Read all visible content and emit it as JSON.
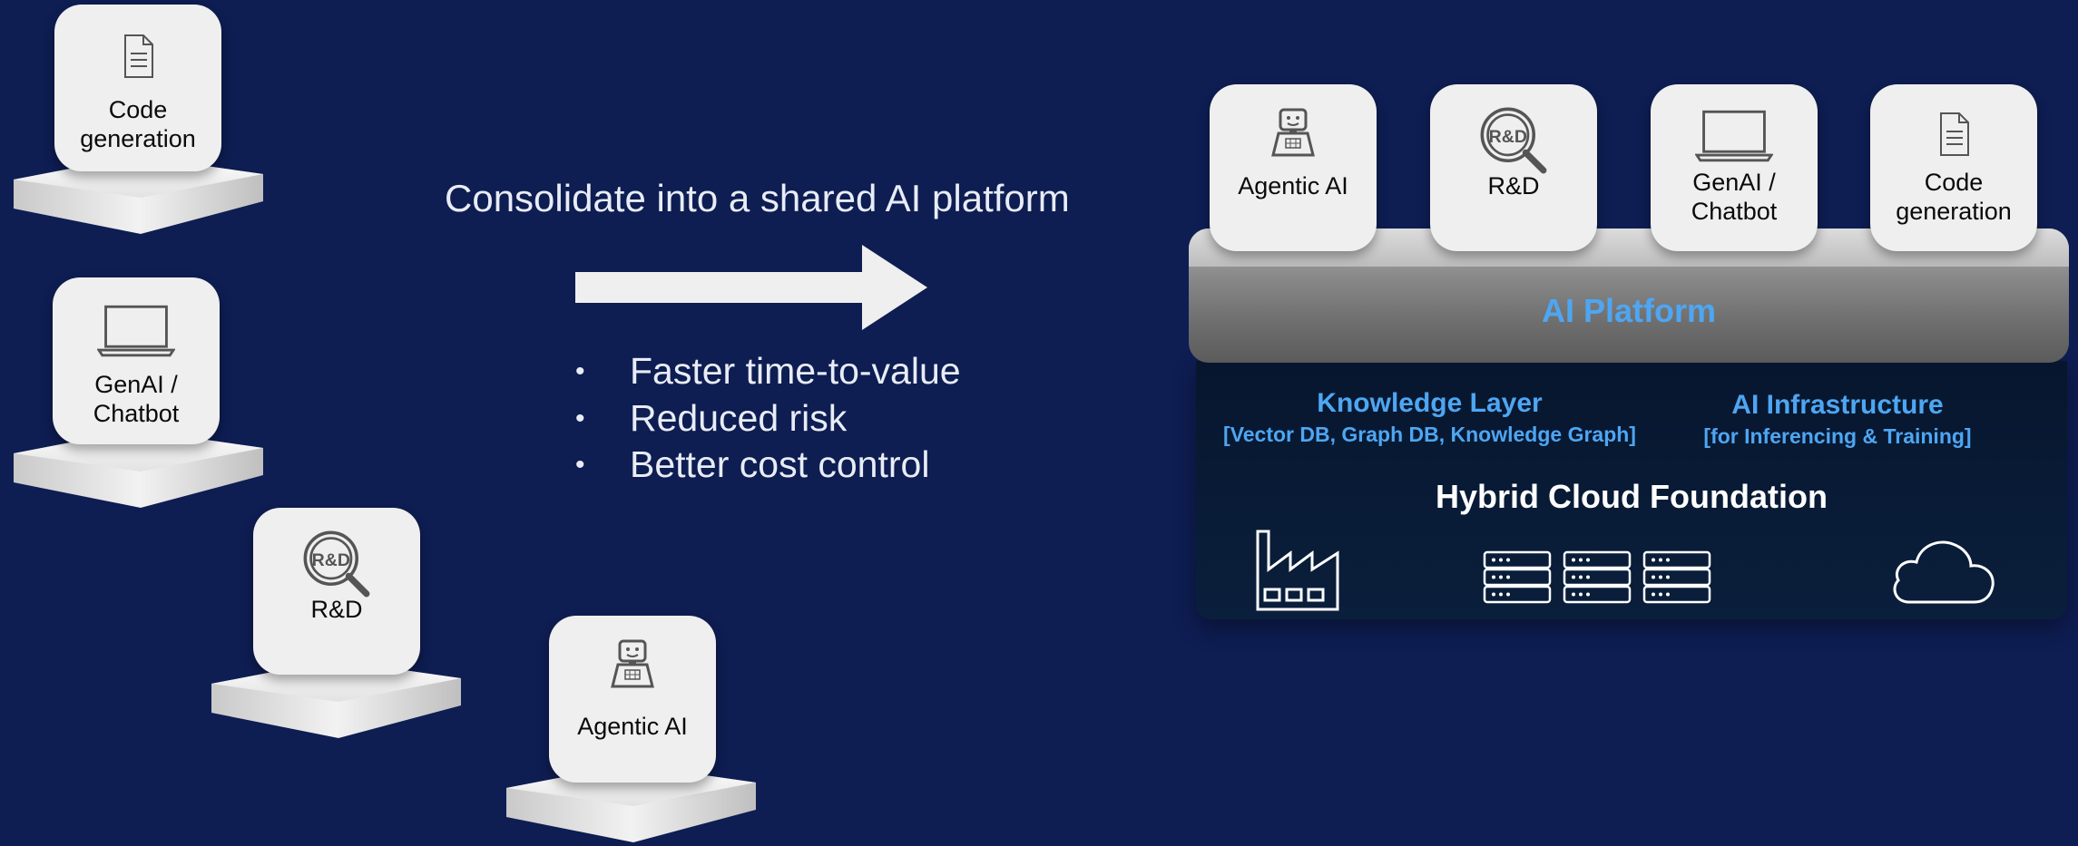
{
  "silos": [
    {
      "label": "Code\ngeneration",
      "icon": "document-icon"
    },
    {
      "label": "GenAI /\nChatbot",
      "icon": "laptop-icon"
    },
    {
      "label": "R&D",
      "icon": "rnd-magnifier-icon"
    },
    {
      "label": "Agentic AI",
      "icon": "robot-icon"
    }
  ],
  "transition": {
    "headline": "Consolidate into a shared AI platform",
    "benefits": [
      "Faster time-to-value",
      "Reduced risk",
      "Better cost control"
    ]
  },
  "platform": {
    "apps": [
      {
        "label": "Agentic AI",
        "icon": "robot-icon"
      },
      {
        "label": "R&D",
        "icon": "rnd-magnifier-icon"
      },
      {
        "label": "GenAI /\nChatbot",
        "icon": "laptop-icon"
      },
      {
        "label": "Code\ngeneration",
        "icon": "document-icon"
      }
    ],
    "title": "AI Platform",
    "knowledge_layer": {
      "title": "Knowledge Layer",
      "subtitle": "[Vector DB, Graph DB, Knowledge Graph]"
    },
    "ai_infrastructure": {
      "title": "AI Infrastructure",
      "subtitle": "[for Inferencing & Training]"
    },
    "foundation_title": "Hybrid Cloud Foundation",
    "foundation_icons": [
      "factory-icon",
      "server-rack-icon",
      "cloud-icon"
    ]
  },
  "colors": {
    "background": "#0e1d52",
    "accent_blue": "#4ea6f2",
    "card": "#efefef",
    "foundation": "#07162e"
  }
}
